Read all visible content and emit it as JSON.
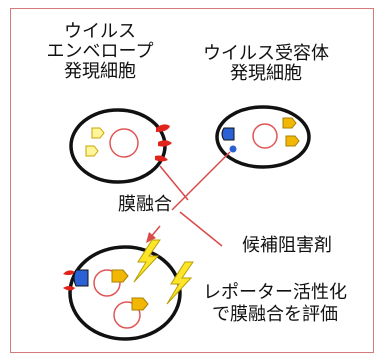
{
  "labels": {
    "env_cell": [
      "ウイルス",
      "エンベロープ",
      "発現細胞"
    ],
    "receptor_cell": [
      "ウイルス受容体",
      "発現細胞"
    ],
    "fusion": "膜融合",
    "inhibitor": "候補阻害剤",
    "evaluation": [
      "レポーター活性化",
      "で膜融合を評価"
    ]
  },
  "colors": {
    "frame": "#d37a7a",
    "membrane": "#111111",
    "nucleus": "#e05656",
    "envelope": "#e0241b",
    "receptor": "#2a62d6",
    "reporter": "#f2b705",
    "reporter_fill": "#fff59a",
    "lightning": "#ffe52a",
    "arrow": "#d94a4a"
  }
}
